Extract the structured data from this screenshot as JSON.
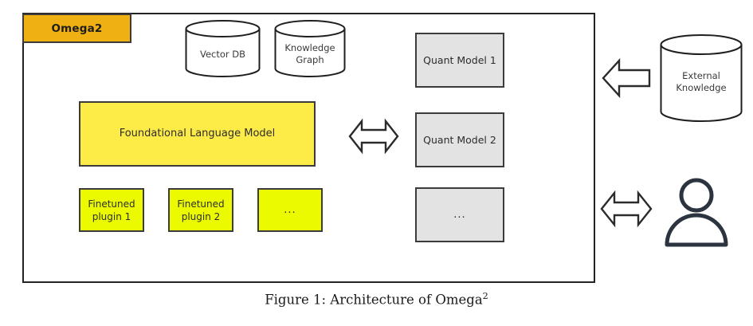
{
  "figure": {
    "caption_prefix": "Figure 1: Architecture of Omega",
    "caption_superscript": "2"
  },
  "system": {
    "title": "Omega2",
    "title_color": "#eeb012",
    "border_color": "#232323"
  },
  "datastores": [
    {
      "name": "vector-db",
      "label": "Vector DB"
    },
    {
      "name": "knowledge-graph",
      "label_line1": "Knowledge",
      "label_line2": "Graph"
    }
  ],
  "core_model": {
    "label": "Foundational Language Model",
    "fill": "#fdeb47"
  },
  "plugins": [
    {
      "label_line1": "Finetuned",
      "label_line2": "plugin 1",
      "fill": "#ecfa00"
    },
    {
      "label_line1": "Finetuned",
      "label_line2": "plugin 2",
      "fill": "#ecfa00"
    },
    {
      "label_line1": "...",
      "label_line2": "",
      "fill": "#ecfa00"
    }
  ],
  "quant_models": [
    {
      "label": "Quant Model 1",
      "fill": "#e3e3e3"
    },
    {
      "label": "Quant Model 2",
      "fill": "#e3e3e3"
    },
    {
      "label": "...",
      "fill": "#e3e3e3"
    }
  ],
  "external": {
    "knowledge_label_line1": "External",
    "knowledge_label_line2": "Knowledge",
    "user_label": "user-person-icon"
  },
  "connectors": [
    {
      "name": "core-to-quant-arrow",
      "direction": "bidirectional"
    },
    {
      "name": "external-knowledge-arrow",
      "direction": "left"
    },
    {
      "name": "user-arrow",
      "direction": "bidirectional"
    }
  ]
}
